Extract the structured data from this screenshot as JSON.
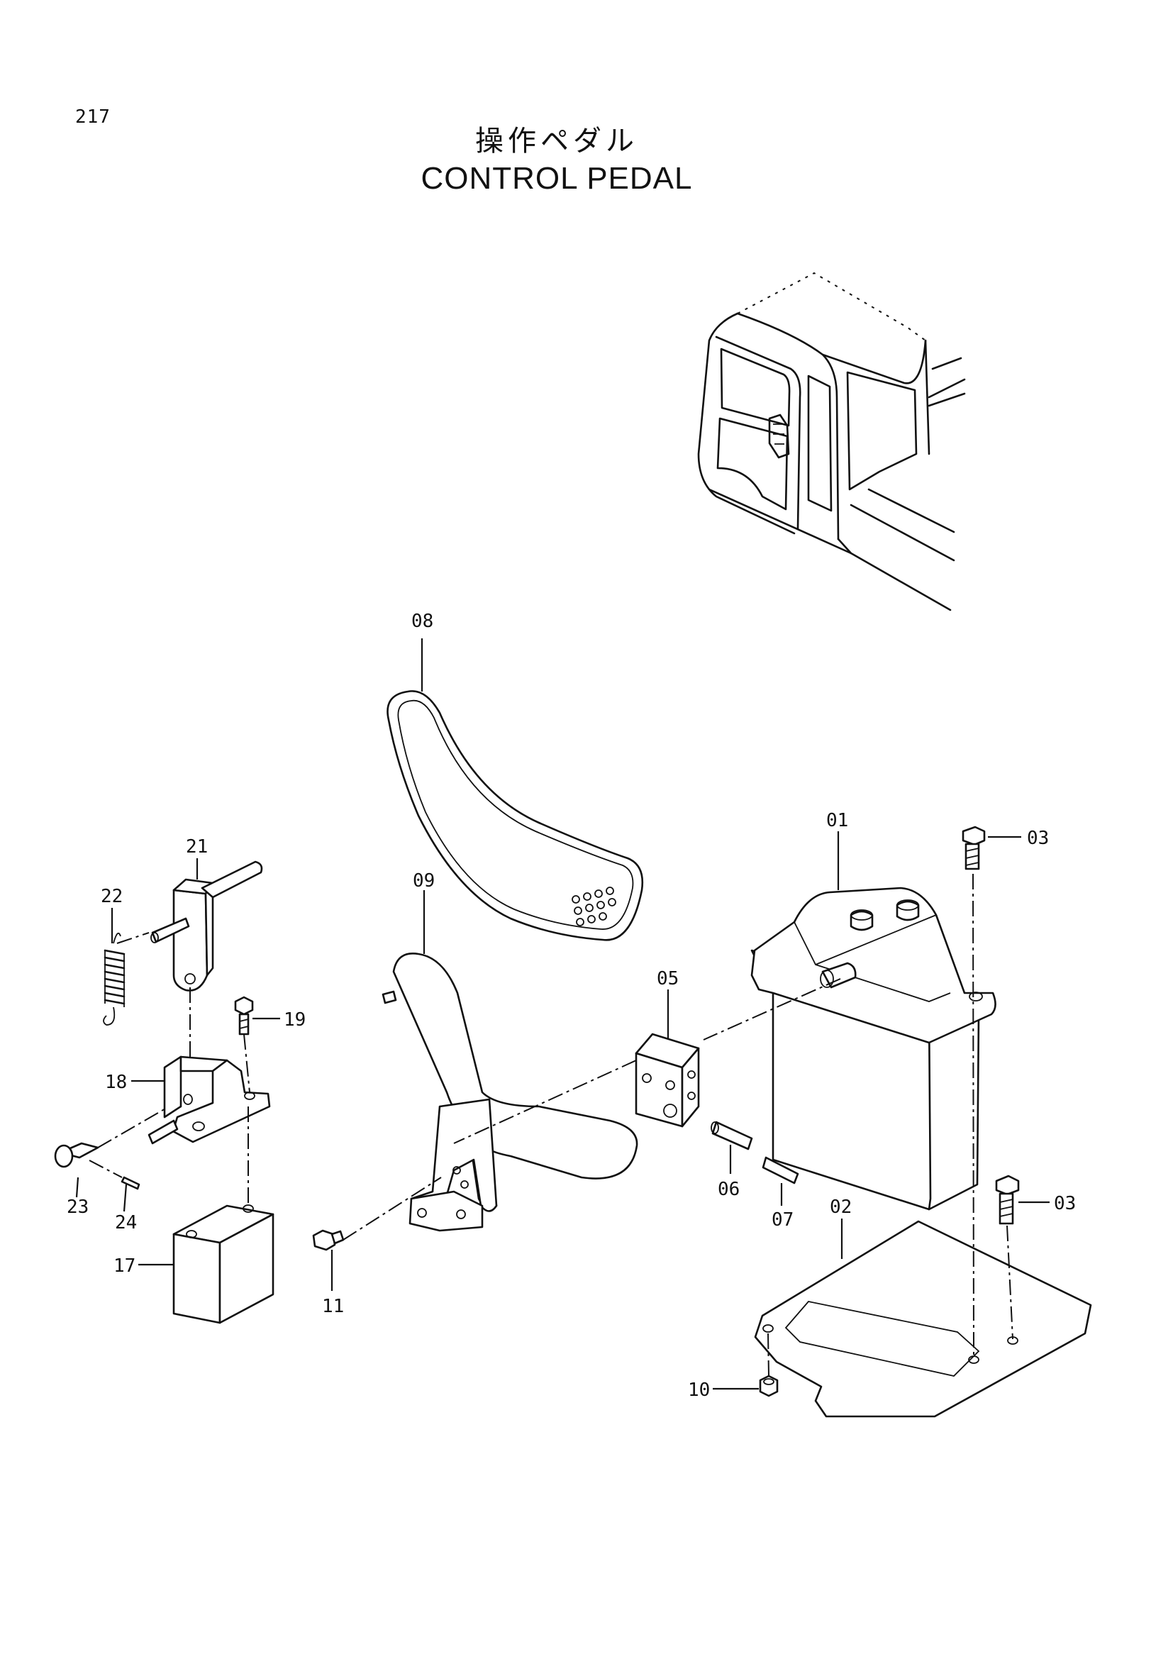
{
  "page": {
    "number": "217"
  },
  "title": {
    "japanese": "操作ペダル",
    "english": "CONTROL  PEDAL"
  },
  "callouts": [
    {
      "id": "01",
      "label": "01"
    },
    {
      "id": "02",
      "label": "02"
    },
    {
      "id": "03a",
      "label": "03"
    },
    {
      "id": "03b",
      "label": "03"
    },
    {
      "id": "05",
      "label": "05"
    },
    {
      "id": "06",
      "label": "06"
    },
    {
      "id": "07",
      "label": "07"
    },
    {
      "id": "08",
      "label": "08"
    },
    {
      "id": "09",
      "label": "09"
    },
    {
      "id": "10",
      "label": "10"
    },
    {
      "id": "11",
      "label": "11"
    },
    {
      "id": "17",
      "label": "17"
    },
    {
      "id": "18",
      "label": "18"
    },
    {
      "id": "19",
      "label": "19"
    },
    {
      "id": "21",
      "label": "21"
    },
    {
      "id": "22",
      "label": "22"
    },
    {
      "id": "23",
      "label": "23"
    },
    {
      "id": "24",
      "label": "24"
    }
  ]
}
